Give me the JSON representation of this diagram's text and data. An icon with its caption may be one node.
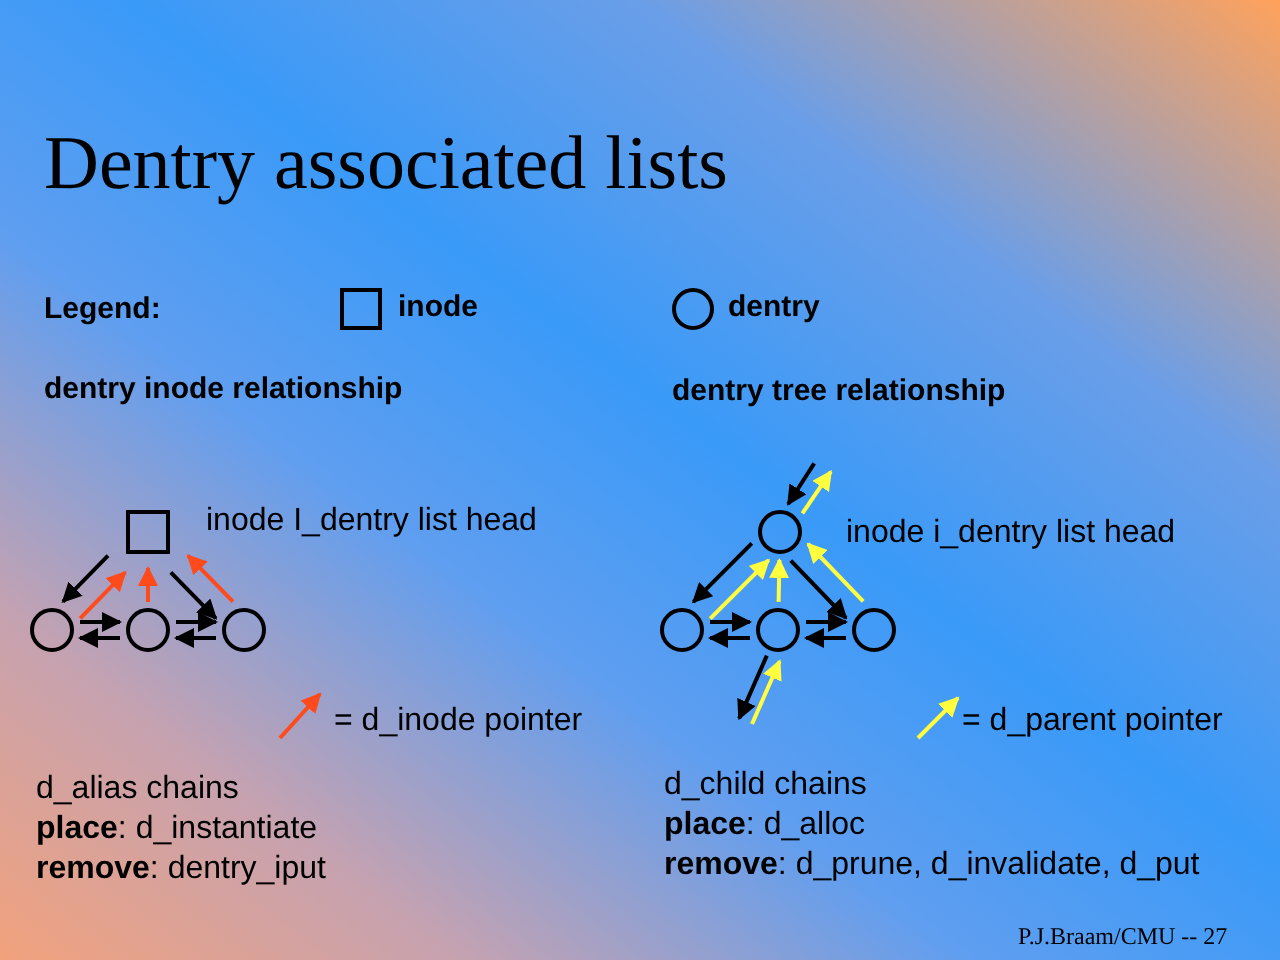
{
  "diagram": {
    "title": "Dentry associated lists",
    "nodes": [
      {
        "text": [],
        "shape": "box",
        "beside": [
          "inode I_dentry list head"
        ]
      },
      {
        "text": [],
        "shape": "circle"
      },
      {
        "text": [],
        "shape": "circle"
      },
      {
        "text": [],
        "shape": "circle"
      },
      {
        "text": [],
        "shape": "circle",
        "beside": [
          "inode i_dentry list head"
        ]
      },
      {
        "text": [],
        "shape": "circle"
      },
      {
        "text": [],
        "shape": "circle"
      },
      {
        "text": [],
        "shape": "circle"
      }
    ],
    "edges": [
      {
        "from": 0,
        "to": 1,
        "arrow": "to"
      },
      {
        "from": 1,
        "to": 0,
        "arrow": "to",
        "color": "#ff4a1c"
      },
      {
        "from": 2,
        "to": 0,
        "arrow": "to",
        "color": "#ff4a1c"
      },
      {
        "from": 3,
        "to": 0,
        "arrow": "to",
        "color": "#ff4a1c"
      },
      {
        "from": 0,
        "to": 3,
        "arrow": "to"
      },
      {
        "from": 1,
        "to": 2,
        "arrow": "to"
      },
      {
        "from": 2,
        "to": 1,
        "arrow": "to"
      },
      {
        "from": 2,
        "to": 3,
        "arrow": "to"
      },
      {
        "from": 3,
        "to": 2,
        "arrow": "to"
      },
      {
        "from": null,
        "to": 4,
        "arrow": "to"
      },
      {
        "from": 4,
        "to": null,
        "arrow": "to",
        "color": "#ffff40"
      },
      {
        "from": 4,
        "to": 5,
        "arrow": "to"
      },
      {
        "from": 5,
        "to": 4,
        "arrow": "to",
        "color": "#ffff40"
      },
      {
        "from": 6,
        "to": 4,
        "arrow": "to",
        "color": "#ffff40"
      },
      {
        "from": 7,
        "to": 4,
        "arrow": "to",
        "color": "#ffff40"
      },
      {
        "from": 4,
        "to": 7,
        "arrow": "to"
      },
      {
        "from": 5,
        "to": 6,
        "arrow": "to"
      },
      {
        "from": 6,
        "to": 5,
        "arrow": "to"
      },
      {
        "from": 6,
        "to": 7,
        "arrow": "to"
      },
      {
        "from": 7,
        "to": 6,
        "arrow": "to"
      },
      {
        "from": 6,
        "to": null,
        "arrow": "to"
      },
      {
        "from": null,
        "to": 6,
        "arrow": "to",
        "color": "#ffff40"
      }
    ],
    "labels": [
      "Legend:",
      "dentry inode relationship",
      "dentry tree relationship",
      "d_alias chains",
      "**place**: d_instantiate",
      "**remove**: dentry_iput",
      "d_child chains",
      "**place**: d_alloc",
      "**remove**: d_prune, d_invalidate, d_put",
      "P.J.Braam/CMU -- 27"
    ],
    "legend": [
      {
        "text": "inode"
      },
      {
        "text": "dentry"
      },
      {
        "text": "= d_inode pointer"
      },
      {
        "text": "= d_parent pointer"
      }
    ]
  }
}
